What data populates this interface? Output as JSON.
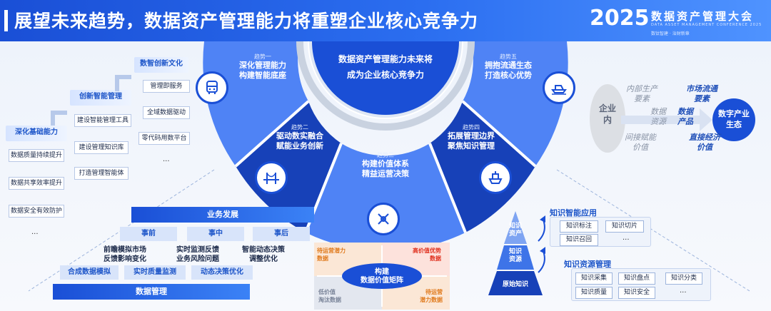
{
  "header": {
    "title": "展望未来趋势，数据资产管理能力将重塑企业核心竞争力",
    "year": "2025",
    "conference_cn": "数据资产管理大会",
    "conference_en": "DATA ASSET MANAGEMENT CONFERENCE 2025",
    "conference_sub": "数钛智建 · 治财新章"
  },
  "center": {
    "line1": "数据资产管理能力未来将",
    "line2": "成为企业核心竞争力"
  },
  "trends": [
    {
      "tag": "趋势一",
      "line1": "深化管理能力",
      "line2": "构建智能底座"
    },
    {
      "tag": "趋势二",
      "line1": "驱动数实融合",
      "line2": "赋能业务创新"
    },
    {
      "tag": "趋势三",
      "line1": "构建价值体系",
      "line2": "精益运营决策"
    },
    {
      "tag": "趋势四",
      "line1": "拓展管理边界",
      "line2": "聚焦知识管理"
    },
    {
      "tag": "趋势五",
      "line1": "拥抱流通生态",
      "line2": "打造核心优势"
    }
  ],
  "left_stairs": {
    "level1": {
      "title": "深化基础能力",
      "items": [
        "数据质量持续提升",
        "数据共享效率提升",
        "数据安全有效防护"
      ]
    },
    "level2": {
      "title": "创新智能管理",
      "items": [
        "建设智能管理工具",
        "建设管理知识库",
        "打造管理智能体"
      ]
    },
    "level3": {
      "title": "数智创新文化",
      "items": [
        "管理即服务",
        "全域数据驱动",
        "零代码用数平台"
      ]
    },
    "ellipsis": "..."
  },
  "business": {
    "top": "业务发展",
    "phases": [
      "事前",
      "事中",
      "事后"
    ],
    "phase_texts": [
      [
        "前瞻模拟市场",
        "反馈影响变化"
      ],
      [
        "实时监测反馈",
        "业务风险问题"
      ],
      [
        "智能动态决策",
        "调整优化"
      ]
    ],
    "data_tags": [
      "合成数据模拟",
      "实时质量监测",
      "动态决策优化"
    ],
    "bottom": "数据管理"
  },
  "matrix": {
    "center1": "构建",
    "center2": "数据价值矩阵",
    "tl": [
      "待运营潜力",
      "数据"
    ],
    "tr": [
      "高价值优势",
      "数据"
    ],
    "bl": [
      "低价值",
      "淘汰数据"
    ],
    "br": [
      "待运营",
      "潜力数据"
    ]
  },
  "ecosystem": {
    "left_circle": [
      "企业",
      "内"
    ],
    "right_circle": [
      "数字产业",
      "生态"
    ],
    "inner_top": [
      "内部生产",
      "要素"
    ],
    "inner_mid": [
      "数据",
      "资源"
    ],
    "inner_bottom": [
      "间接赋能",
      "价值"
    ],
    "outer_top": [
      "市场流通",
      "要素"
    ],
    "outer_mid": [
      "数据",
      "产品"
    ],
    "outer_bottom": [
      "直接经济",
      "价值"
    ]
  },
  "knowledge": {
    "pyramid": [
      [
        "知识",
        "资产"
      ],
      [
        "知识",
        "资源"
      ],
      [
        "原始知识"
      ]
    ],
    "app_title": "知识智能应用",
    "app_items": [
      "知识标注",
      "知识切片",
      "知识召回"
    ],
    "res_title": "知识资源管理",
    "res_items": [
      "知识采集",
      "知识盘点",
      "知识分类",
      "知识质量",
      "知识安全"
    ],
    "ellipsis": "..."
  },
  "icons": [
    "bus-icon",
    "ship-icon",
    "bridge-icon",
    "boat-icon",
    "network-icon"
  ],
  "colors": {
    "primary": "#1a4fd6",
    "dark_segment": "#1741b8",
    "light_segment": "#4f83f5",
    "accent_red": "#e0301e",
    "accent_orange": "#e07b1e"
  }
}
